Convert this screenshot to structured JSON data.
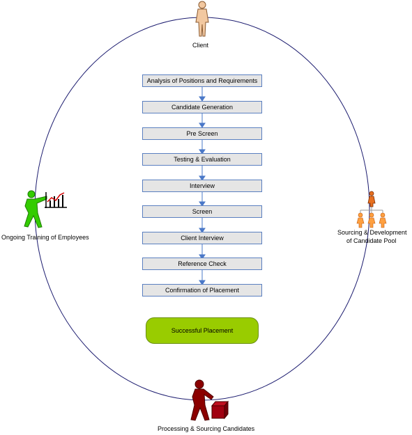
{
  "client_label": "Client",
  "training_label": "Ongoing Training of Employees",
  "sourcing_label_line1": "Sourcing & Development",
  "sourcing_label_line2": "of Candidate Pool",
  "processing_label": "Processing & Sourcing Candidates",
  "steps": [
    "Analysis of Positions and Requirements",
    "Candidate Generation",
    "Pre Screen",
    "Testing & Evaluation",
    "Interview",
    "Screen",
    "Client Interview",
    "Reference Check",
    "Confirmation of Placement"
  ],
  "final_label": "Successful Placement",
  "colors": {
    "circle": "#1a1a6e",
    "step_fill": "#e5e5e5",
    "step_border": "#5a7fc0",
    "arrow": "#4a78c8",
    "success_fill": "#99cc00",
    "client_figure": "#f2c8a0",
    "training_figure": "#33cc00",
    "sourcing_figure": "#ff8a20",
    "processing_figure": "#8b0000"
  }
}
